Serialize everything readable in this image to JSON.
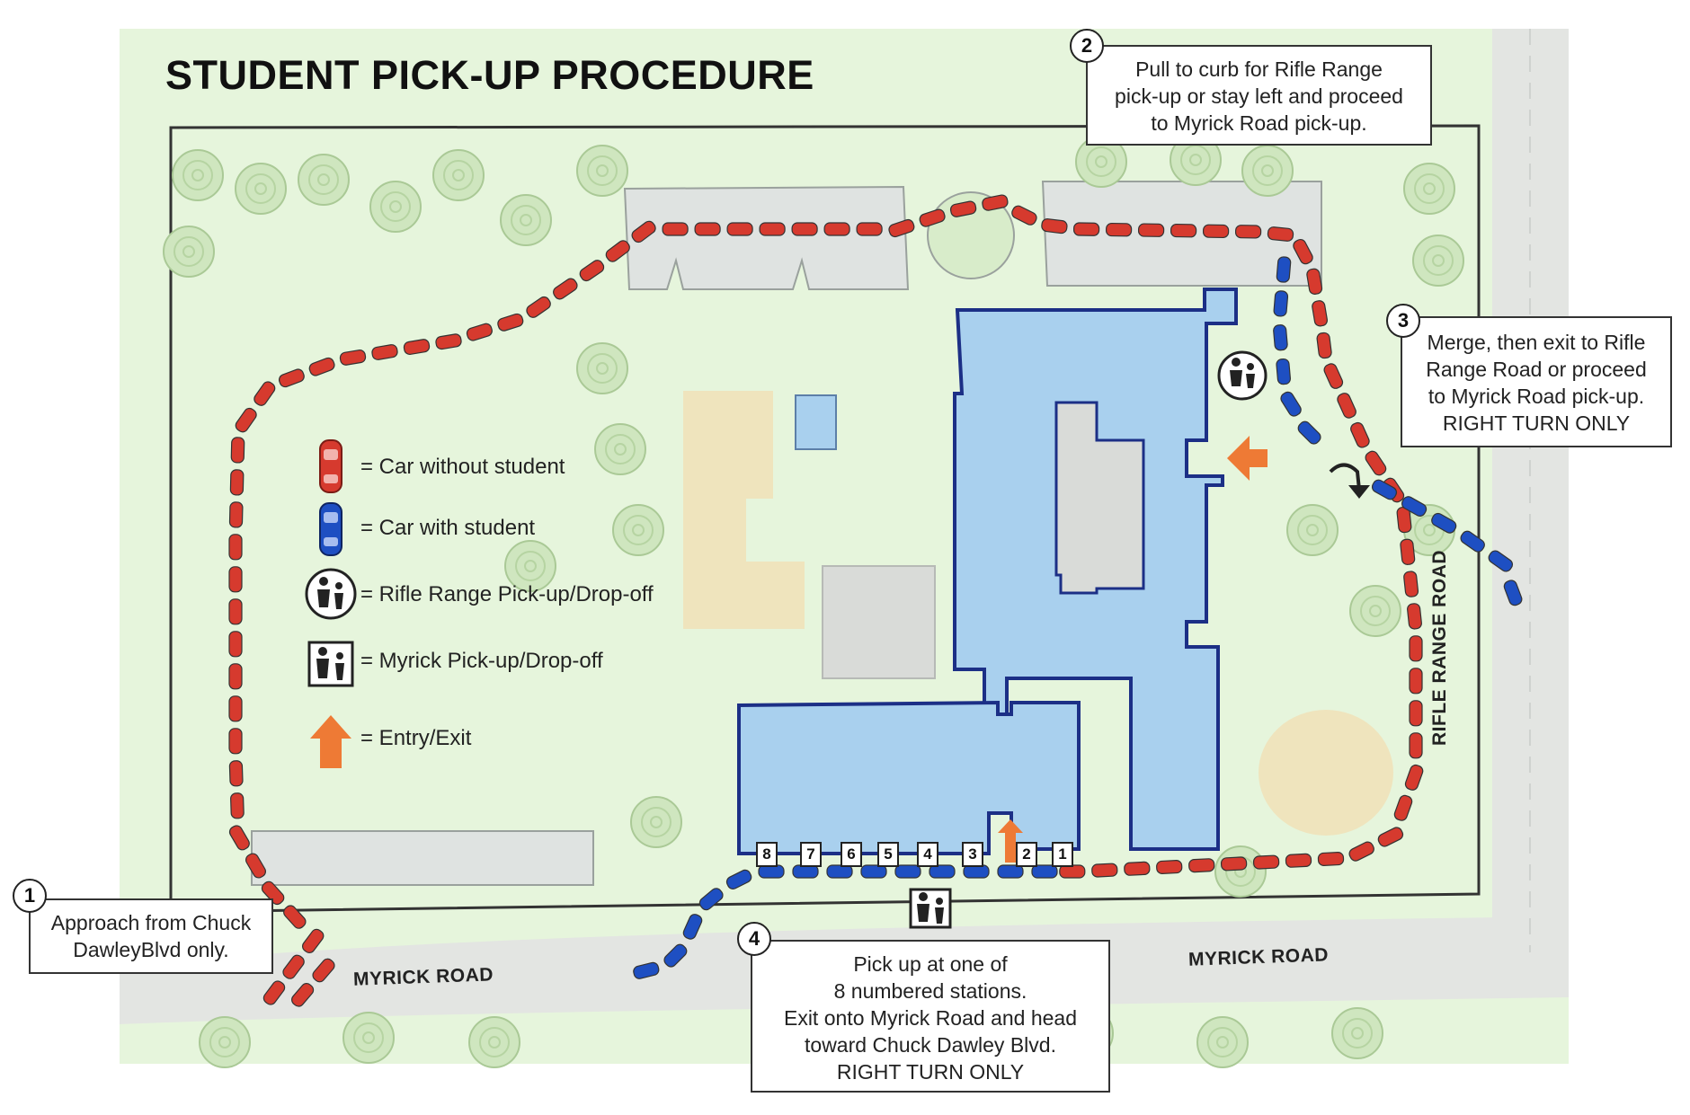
{
  "title": "STUDENT PICK-UP PROCEDURE",
  "steps": [
    {
      "number": "1",
      "lines": [
        "Approach from Chuck",
        "DawleyBlvd only."
      ]
    },
    {
      "number": "2",
      "lines": [
        "Pull to curb for Rifle Range",
        "pick-up or stay left and proceed",
        "to Myrick Road pick-up."
      ]
    },
    {
      "number": "3",
      "lines": [
        "Merge, then exit to Rifle",
        "Range Road or proceed",
        "to Myrick Road pick-up.",
        "RIGHT TURN ONLY"
      ]
    },
    {
      "number": "4",
      "lines": [
        "Pick up at one of",
        "8 numbered stations.",
        "Exit onto Myrick Road and head",
        "toward Chuck Dawley Blvd.",
        "RIGHT TURN ONLY"
      ]
    }
  ],
  "legend": [
    {
      "icon": "red-car-icon",
      "label": "= Car without student"
    },
    {
      "icon": "blue-car-icon",
      "label": "= Car with student"
    },
    {
      "icon": "rifle-range-pickup-icon",
      "label": "= Rifle Range Pick-up/Drop-off"
    },
    {
      "icon": "myrick-pickup-icon",
      "label": "= Myrick Pick-up/Drop-off"
    },
    {
      "icon": "entry-exit-arrow-icon",
      "label": "= Entry/Exit"
    }
  ],
  "roads": {
    "myrick_west": "MYRICK ROAD",
    "myrick_east": "MYRICK ROAD",
    "rifle_range": "RIFLE RANGE ROAD"
  },
  "stations": [
    "8",
    "7",
    "6",
    "5",
    "4",
    "3",
    "2",
    "1"
  ],
  "colors": {
    "car_without_student": "#d63a2e",
    "car_with_student": "#1e4fc2",
    "building": "#a9d0ee",
    "building_outline": "#1c2f86",
    "grass": "#e6f5dc",
    "arrow": "#ee7a35"
  }
}
